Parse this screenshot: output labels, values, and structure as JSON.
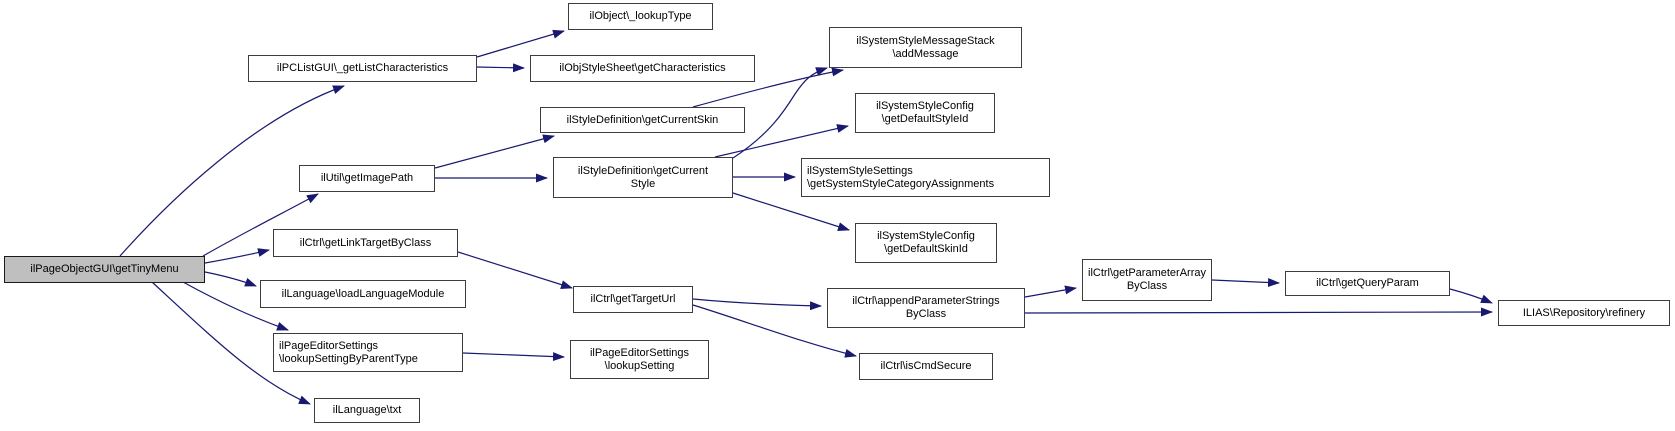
{
  "diagram_type": "call-graph",
  "colors": {
    "edge": "#191970",
    "node_border": "#3d3d3d",
    "node_background": "#ffffff",
    "root_background": "#bfbfbf",
    "text": "#000000"
  },
  "nodes": {
    "getTinyMenu": {
      "label": "ilPageObjectGUI\\getTinyMenu",
      "role": "root"
    },
    "getListCharacteristics": {
      "label": "ilPCListGUI\\_getListCharacteristics"
    },
    "lookupType": {
      "label": "ilObject\\_lookupType"
    },
    "getCharacteristics": {
      "label": "ilObjStyleSheet\\getCharacteristics"
    },
    "getCurrentSkin": {
      "label": "ilStyleDefinition\\getCurrentSkin"
    },
    "getImagePath": {
      "label": "ilUtil\\getImagePath"
    },
    "getCurrentStyle": {
      "label": "ilStyleDefinition\\getCurrent\nStyle"
    },
    "addMessage": {
      "label": "ilSystemStyleMessageStack\n\\addMessage"
    },
    "getDefaultStyleId": {
      "label": "ilSystemStyleConfig\n\\getDefaultStyleId"
    },
    "getSystemStyleCategoryAssignments": {
      "label": "ilSystemStyleSettings\n\\getSystemStyleCategoryAssignments"
    },
    "getDefaultSkinId": {
      "label": "ilSystemStyleConfig\n\\getDefaultSkinId"
    },
    "getLinkTargetByClass": {
      "label": "ilCtrl\\getLinkTargetByClass"
    },
    "loadLanguageModule": {
      "label": "ilLanguage\\loadLanguageModule"
    },
    "lookupSettingByParentType": {
      "label": "ilPageEditorSettings\n\\lookupSettingByParentType"
    },
    "lookupSetting": {
      "label": "ilPageEditorSettings\n\\lookupSetting"
    },
    "txt": {
      "label": "ilLanguage\\txt"
    },
    "getTargetUrl": {
      "label": "ilCtrl\\getTargetUrl"
    },
    "appendParameterStringsByClass": {
      "label": "ilCtrl\\appendParameterStrings\nByClass"
    },
    "isCmdSecure": {
      "label": "ilCtrl\\isCmdSecure"
    },
    "getParameterArrayByClass": {
      "label": "ilCtrl\\getParameterArray\nByClass"
    },
    "getQueryParam": {
      "label": "ilCtrl\\getQueryParam"
    },
    "refinery": {
      "label": "ILIAS\\Repository\\refinery"
    }
  },
  "edges": [
    {
      "from": "getTinyMenu",
      "to": "getListCharacteristics"
    },
    {
      "from": "getTinyMenu",
      "to": "getImagePath"
    },
    {
      "from": "getTinyMenu",
      "to": "getLinkTargetByClass"
    },
    {
      "from": "getTinyMenu",
      "to": "loadLanguageModule"
    },
    {
      "from": "getTinyMenu",
      "to": "lookupSettingByParentType"
    },
    {
      "from": "getTinyMenu",
      "to": "txt"
    },
    {
      "from": "getListCharacteristics",
      "to": "lookupType"
    },
    {
      "from": "getListCharacteristics",
      "to": "getCharacteristics"
    },
    {
      "from": "getImagePath",
      "to": "getCurrentSkin"
    },
    {
      "from": "getImagePath",
      "to": "getCurrentStyle"
    },
    {
      "from": "getCurrentSkin",
      "to": "addMessage"
    },
    {
      "from": "getCurrentStyle",
      "to": "addMessage"
    },
    {
      "from": "getCurrentStyle",
      "to": "getDefaultStyleId"
    },
    {
      "from": "getCurrentStyle",
      "to": "getSystemStyleCategoryAssignments"
    },
    {
      "from": "getCurrentStyle",
      "to": "getDefaultSkinId"
    },
    {
      "from": "getLinkTargetByClass",
      "to": "getTargetUrl"
    },
    {
      "from": "getTargetUrl",
      "to": "appendParameterStringsByClass"
    },
    {
      "from": "getTargetUrl",
      "to": "isCmdSecure"
    },
    {
      "from": "appendParameterStringsByClass",
      "to": "getParameterArrayByClass"
    },
    {
      "from": "appendParameterStringsByClass",
      "to": "refinery"
    },
    {
      "from": "getParameterArrayByClass",
      "to": "getQueryParam"
    },
    {
      "from": "getQueryParam",
      "to": "refinery"
    },
    {
      "from": "lookupSettingByParentType",
      "to": "lookupSetting"
    }
  ]
}
